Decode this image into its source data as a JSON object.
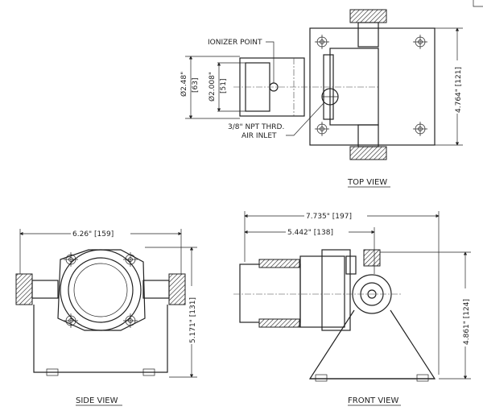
{
  "top_view": {
    "title": "TOP VIEW",
    "ionizer_label": "IONIZER POINT",
    "inlet_label_1": "3/8\" NPT THRD.",
    "inlet_label_2": "AIR INLET",
    "dia_outer": "Ø2.48\"",
    "dia_outer_mm": "[63]",
    "dia_inner": "Ø2.008\"",
    "dia_inner_mm": "[51]",
    "height_dim": "4.764\" [121]"
  },
  "side_view": {
    "title": "SIDE VIEW",
    "width_dim": "6.26\" [159]",
    "height_dim": "5.171\" [131]"
  },
  "front_view": {
    "title": "FRONT VIEW",
    "overall_dim": "7.735\" [197]",
    "partial_dim": "5.442\" [138]",
    "height_dim": "4.861\" [124]"
  }
}
